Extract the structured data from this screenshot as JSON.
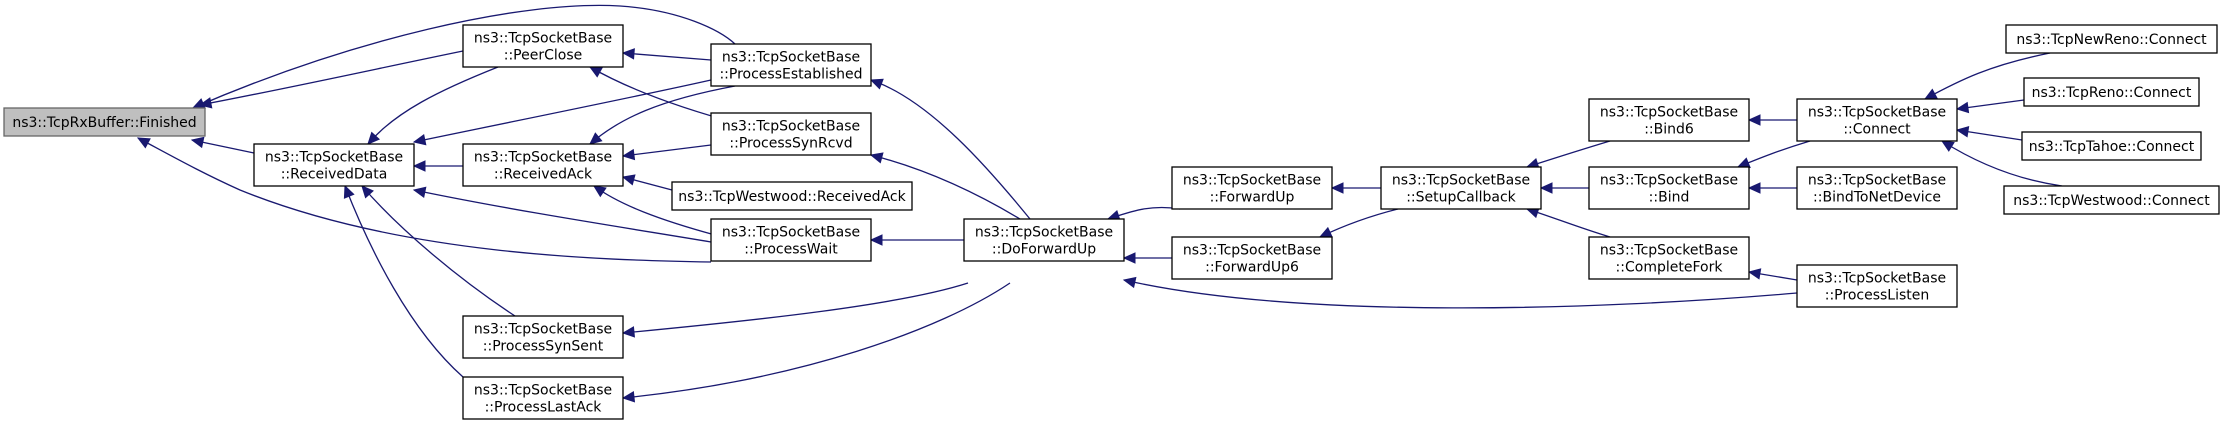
{
  "graph": {
    "edge_color": "#191970",
    "root_fill": "#bfbfbf",
    "nodes": [
      {
        "id": "finished",
        "lines": [
          "ns3::TcpRxBuffer::Finished"
        ],
        "root": true,
        "interactable": false
      },
      {
        "id": "peerclose",
        "lines": [
          "ns3::TcpSocketBase",
          "::PeerClose"
        ],
        "interactable": true
      },
      {
        "id": "receiveddata",
        "lines": [
          "ns3::TcpSocketBase",
          "::ReceivedData"
        ],
        "interactable": true
      },
      {
        "id": "receivedack",
        "lines": [
          "ns3::TcpSocketBase",
          "::ReceivedAck"
        ],
        "interactable": true
      },
      {
        "id": "processsynsent",
        "lines": [
          "ns3::TcpSocketBase",
          "::ProcessSynSent"
        ],
        "interactable": true
      },
      {
        "id": "processlastack",
        "lines": [
          "ns3::TcpSocketBase",
          "::ProcessLastAck"
        ],
        "interactable": true
      },
      {
        "id": "processestablished",
        "lines": [
          "ns3::TcpSocketBase",
          "::ProcessEstablished"
        ],
        "interactable": true
      },
      {
        "id": "processsynrcvd",
        "lines": [
          "ns3::TcpSocketBase",
          "::ProcessSynRcvd"
        ],
        "interactable": true
      },
      {
        "id": "westwood_receivedack",
        "lines": [
          "ns3::TcpWestwood::ReceivedAck"
        ],
        "interactable": true
      },
      {
        "id": "processwait",
        "lines": [
          "ns3::TcpSocketBase",
          "::ProcessWait"
        ],
        "interactable": true
      },
      {
        "id": "doforwardup",
        "lines": [
          "ns3::TcpSocketBase",
          "::DoForwardUp"
        ],
        "interactable": true
      },
      {
        "id": "forwardup",
        "lines": [
          "ns3::TcpSocketBase",
          "::ForwardUp"
        ],
        "interactable": true
      },
      {
        "id": "forwardup6",
        "lines": [
          "ns3::TcpSocketBase",
          "::ForwardUp6"
        ],
        "interactable": true
      },
      {
        "id": "setupcallback",
        "lines": [
          "ns3::TcpSocketBase",
          "::SetupCallback"
        ],
        "interactable": true
      },
      {
        "id": "bind6",
        "lines": [
          "ns3::TcpSocketBase",
          "::Bind6"
        ],
        "interactable": true
      },
      {
        "id": "bind",
        "lines": [
          "ns3::TcpSocketBase",
          "::Bind"
        ],
        "interactable": true
      },
      {
        "id": "completefork",
        "lines": [
          "ns3::TcpSocketBase",
          "::CompleteFork"
        ],
        "interactable": true
      },
      {
        "id": "connect",
        "lines": [
          "ns3::TcpSocketBase",
          "::Connect"
        ],
        "interactable": true
      },
      {
        "id": "bindtonetdevice",
        "lines": [
          "ns3::TcpSocketBase",
          "::BindToNetDevice"
        ],
        "interactable": true
      },
      {
        "id": "processlisten",
        "lines": [
          "ns3::TcpSocketBase",
          "::ProcessListen"
        ],
        "interactable": true
      },
      {
        "id": "newreno_connect",
        "lines": [
          "ns3::TcpNewReno::Connect"
        ],
        "interactable": true
      },
      {
        "id": "reno_connect",
        "lines": [
          "ns3::TcpReno::Connect"
        ],
        "interactable": true
      },
      {
        "id": "tahoe_connect",
        "lines": [
          "ns3::TcpTahoe::Connect"
        ],
        "interactable": true
      },
      {
        "id": "westwood_connect",
        "lines": [
          "ns3::TcpWestwood::Connect"
        ],
        "interactable": true
      }
    ],
    "edges": [
      {
        "from": "finished",
        "to": "processestablished"
      },
      {
        "from": "finished",
        "to": "peerclose"
      },
      {
        "from": "finished",
        "to": "receiveddata"
      },
      {
        "from": "finished",
        "to": "processwait"
      },
      {
        "from": "receiveddata",
        "to": "peerclose"
      },
      {
        "from": "receiveddata",
        "to": "processestablished"
      },
      {
        "from": "receiveddata",
        "to": "receivedack"
      },
      {
        "from": "receiveddata",
        "to": "processwait"
      },
      {
        "from": "receiveddata",
        "to": "processsynsent"
      },
      {
        "from": "receiveddata",
        "to": "processlastack"
      },
      {
        "from": "peerclose",
        "to": "processestablished"
      },
      {
        "from": "peerclose",
        "to": "processsynrcvd"
      },
      {
        "from": "receivedack",
        "to": "processestablished"
      },
      {
        "from": "receivedack",
        "to": "processsynrcvd"
      },
      {
        "from": "receivedack",
        "to": "westwood_receivedack"
      },
      {
        "from": "receivedack",
        "to": "processwait"
      },
      {
        "from": "processestablished",
        "to": "doforwardup"
      },
      {
        "from": "processsynrcvd",
        "to": "doforwardup"
      },
      {
        "from": "processwait",
        "to": "doforwardup"
      },
      {
        "from": "processsynsent",
        "to": "doforwardup"
      },
      {
        "from": "processlastack",
        "to": "doforwardup"
      },
      {
        "from": "doforwardup",
        "to": "forwardup"
      },
      {
        "from": "doforwardup",
        "to": "forwardup6"
      },
      {
        "from": "doforwardup",
        "to": "processlisten"
      },
      {
        "from": "forwardup",
        "to": "setupcallback"
      },
      {
        "from": "forwardup6",
        "to": "setupcallback"
      },
      {
        "from": "setupcallback",
        "to": "bind6"
      },
      {
        "from": "setupcallback",
        "to": "bind"
      },
      {
        "from": "setupcallback",
        "to": "completefork"
      },
      {
        "from": "bind6",
        "to": "connect"
      },
      {
        "from": "bind",
        "to": "connect"
      },
      {
        "from": "bind",
        "to": "bindtonetdevice"
      },
      {
        "from": "completefork",
        "to": "processlisten"
      },
      {
        "from": "connect",
        "to": "newreno_connect"
      },
      {
        "from": "connect",
        "to": "reno_connect"
      },
      {
        "from": "connect",
        "to": "tahoe_connect"
      },
      {
        "from": "connect",
        "to": "westwood_connect"
      }
    ]
  }
}
